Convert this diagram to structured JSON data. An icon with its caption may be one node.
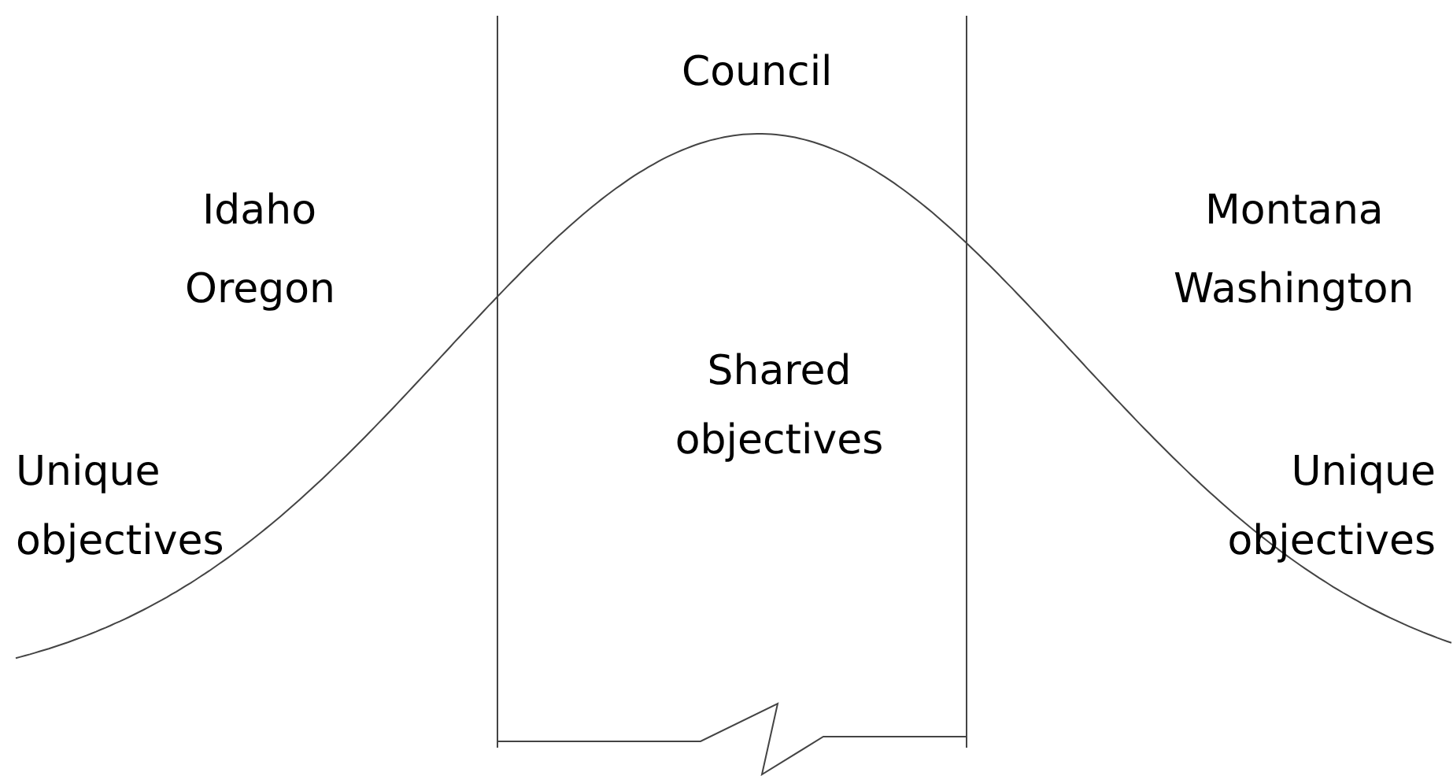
{
  "diagram": {
    "labels": [
      "Council",
      "Idaho",
      "Oregon",
      "Montana",
      "Washington",
      "Shared objectives",
      "Unique objectives",
      "Unique objectives"
    ]
  }
}
